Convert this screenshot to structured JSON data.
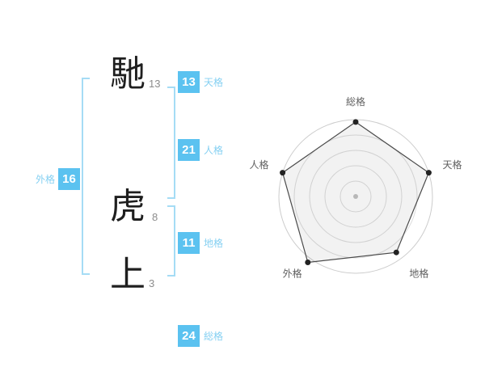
{
  "name_panel": {
    "characters": [
      {
        "char": "馳",
        "strokes": "13"
      },
      {
        "char": "虎",
        "strokes": "8"
      },
      {
        "char": "上",
        "strokes": "3"
      }
    ],
    "badges": {
      "tenkaku": {
        "value": "13",
        "label": "天格"
      },
      "jinkaku": {
        "value": "21",
        "label": "人格"
      },
      "chikaku": {
        "value": "11",
        "label": "地格"
      },
      "gaikaku": {
        "value": "16",
        "label": "外格"
      },
      "soukaku": {
        "value": "24",
        "label": "総格"
      }
    },
    "accent_color": "#5bc2f0"
  },
  "chart_data": {
    "type": "radar",
    "title": "",
    "axes": [
      "総格",
      "天格",
      "地格",
      "外格",
      "人格"
    ],
    "values": [
      24,
      13,
      11,
      16,
      21
    ],
    "radius_fractions": [
      0.97,
      1.0,
      0.9,
      1.06,
      1.0
    ],
    "rings": 5,
    "start_angle_deg": -90,
    "grid_color": "#dddddd",
    "outer_ring_color": "#cccccc",
    "polygon_stroke": "#4a4a4a",
    "polygon_fill": "rgba(0,0,0,0.05)",
    "vertex_color": "#222222",
    "center_dot_color": "#c2c2c2",
    "label_color": "#5f5f5f"
  }
}
